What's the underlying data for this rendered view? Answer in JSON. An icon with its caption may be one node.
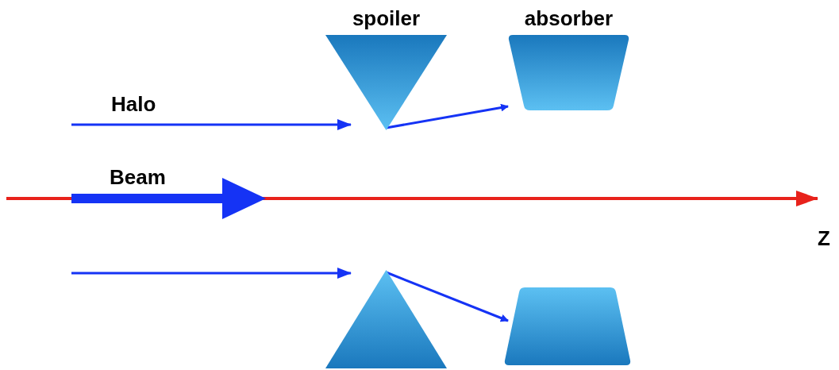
{
  "diagram": {
    "nodes": [
      {
        "text": [
          "spoiler"
        ]
      },
      {
        "text": [
          "absorber"
        ]
      },
      {
        "text": [],
        "shape": "triangle"
      },
      {
        "text": [],
        "shape": "trapezoid"
      }
    ],
    "edges": [
      {
        "from": null,
        "to": 0,
        "arrow": "to",
        "label": "Halo"
      },
      {
        "from": 0,
        "to": 1,
        "arrow": "to"
      },
      {
        "from": null,
        "to": 2,
        "arrow": "to"
      },
      {
        "from": 2,
        "to": 3,
        "arrow": "to"
      }
    ],
    "labels": [
      "Beam",
      "Z"
    ]
  }
}
